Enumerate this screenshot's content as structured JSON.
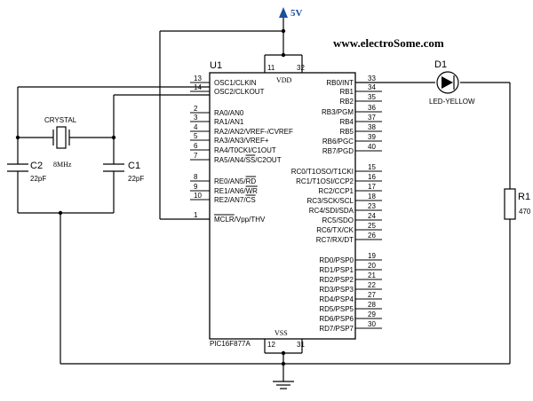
{
  "website": "www.electroSome.com",
  "power": {
    "label": "5V",
    "color": "#1c4f9c"
  },
  "ic": {
    "ref": "U1",
    "part": "PIC16F877A",
    "vdd_label": "VDD",
    "vss_label": "VSS",
    "vdd_pins": [
      "11",
      "32"
    ],
    "vss_pins": [
      "12",
      "31"
    ],
    "left_pins": [
      {
        "num": "13",
        "label": "OSC1/CLKIN"
      },
      {
        "num": "14",
        "label": "OSC2/CLKOUT"
      },
      {
        "num": "2",
        "label": "RA0/AN0"
      },
      {
        "num": "3",
        "label": "RA1/AN1"
      },
      {
        "num": "4",
        "label": "RA2/AN2/VREF-/CVREF"
      },
      {
        "num": "5",
        "label": "RA3/AN3/VREF+"
      },
      {
        "num": "6",
        "label": "RA4/T0CKI/C1OUT"
      },
      {
        "num": "7",
        "label": "RA5/AN4/SS/C2OUT"
      },
      {
        "num": "8",
        "label": "RE0/AN5/RD"
      },
      {
        "num": "9",
        "label": "RE1/AN6/WR"
      },
      {
        "num": "10",
        "label": "RE2/AN7/CS"
      },
      {
        "num": "1",
        "label": "MCLR/Vpp/THV"
      }
    ],
    "right_pins": [
      {
        "num": "33",
        "label": "RB0/INT"
      },
      {
        "num": "34",
        "label": "RB1"
      },
      {
        "num": "35",
        "label": "RB2"
      },
      {
        "num": "36",
        "label": "RB3/PGM"
      },
      {
        "num": "37",
        "label": "RB4"
      },
      {
        "num": "38",
        "label": "RB5"
      },
      {
        "num": "39",
        "label": "RB6/PGC"
      },
      {
        "num": "40",
        "label": "RB7/PGD"
      },
      {
        "num": "15",
        "label": "RC0/T1OSO/T1CKI"
      },
      {
        "num": "16",
        "label": "RC1/T1OSI/CCP2"
      },
      {
        "num": "17",
        "label": "RC2/CCP1"
      },
      {
        "num": "18",
        "label": "RC3/SCK/SCL"
      },
      {
        "num": "23",
        "label": "RC4/SDI/SDA"
      },
      {
        "num": "24",
        "label": "RC5/SDO"
      },
      {
        "num": "25",
        "label": "RC6/TX/CK"
      },
      {
        "num": "26",
        "label": "RC7/RX/DT"
      },
      {
        "num": "19",
        "label": "RD0/PSP0"
      },
      {
        "num": "20",
        "label": "RD1/PSP1"
      },
      {
        "num": "21",
        "label": "RD2/PSP2"
      },
      {
        "num": "22",
        "label": "RD3/PSP3"
      },
      {
        "num": "27",
        "label": "RD4/PSP4"
      },
      {
        "num": "28",
        "label": "RD5/PSP5"
      },
      {
        "num": "29",
        "label": "RD6/PSP6"
      },
      {
        "num": "30",
        "label": "RD7/PSP7"
      }
    ]
  },
  "crystal": {
    "label": "CRYSTAL",
    "value": "8MHz"
  },
  "c1": {
    "ref": "C1",
    "value": "22pF"
  },
  "c2": {
    "ref": "C2",
    "value": "22pF"
  },
  "led": {
    "ref": "D1",
    "value": "LED-YELLOW"
  },
  "r1": {
    "ref": "R1",
    "value": "470"
  }
}
